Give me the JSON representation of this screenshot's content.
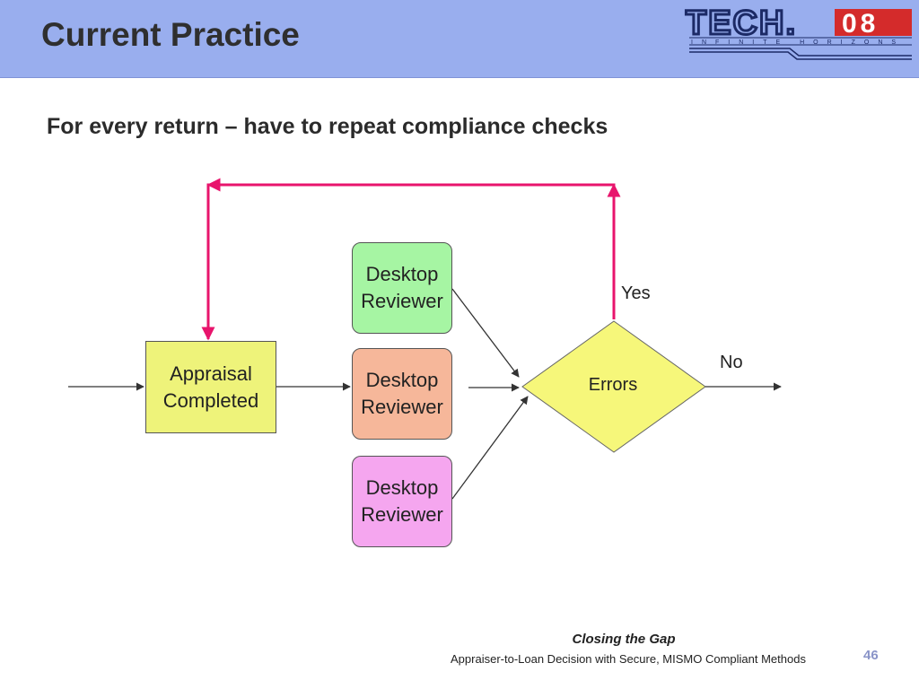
{
  "header": {
    "title": "Current Practice",
    "logo": {
      "brand_text": "TECH.08",
      "tagline": "INFINITE HORIZONS"
    }
  },
  "subtitle": "For every return – have to repeat compliance checks",
  "diagram": {
    "nodes": {
      "appraisal": "Appraisal\nCompleted",
      "reviewer_1": "Desktop\nReviewer",
      "reviewer_2": "Desktop\nReviewer",
      "reviewer_3": "Desktop\nReviewer",
      "decision": "Errors"
    },
    "edge_labels": {
      "yes": "Yes",
      "no": "No"
    },
    "colors": {
      "appraisal": "#eef37a",
      "reviewer_1": "#a6f5a3",
      "reviewer_2": "#f6b79a",
      "reviewer_3": "#f5a6ef",
      "decision": "#f6f77a",
      "loop": "#e8146c"
    }
  },
  "footer": {
    "title": "Closing the Gap",
    "subtitle": "Appraiser-to-Loan Decision with Secure, MISMO Compliant Methods",
    "page_number": "46"
  }
}
